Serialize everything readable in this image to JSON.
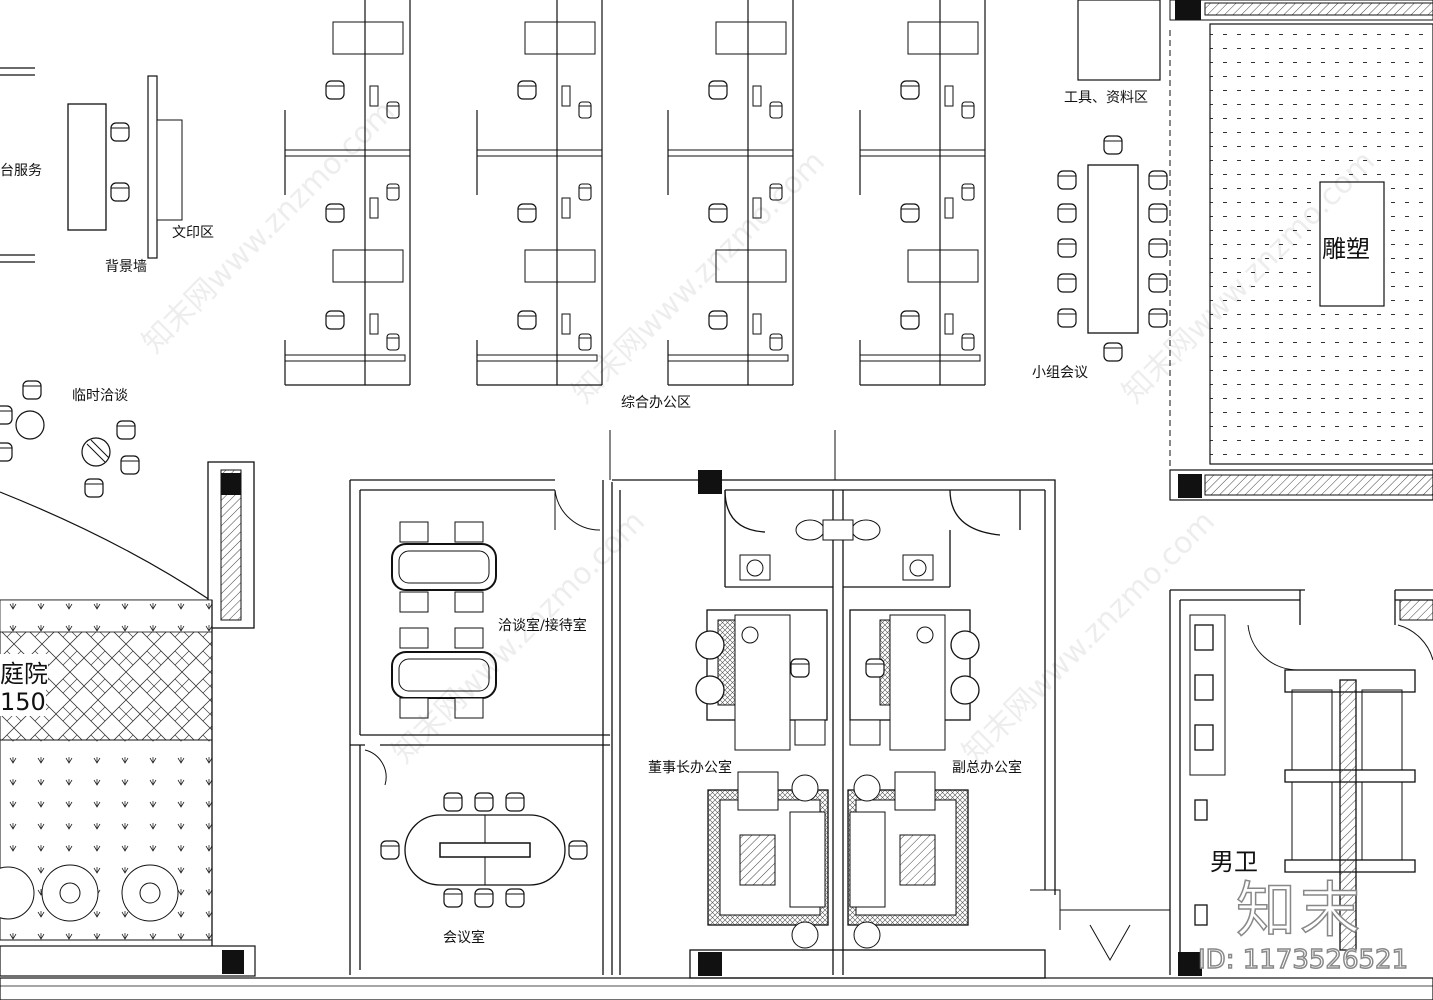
{
  "rooms": {
    "reception": "台服务",
    "print_area": "文印区",
    "back_wall": "背景墙",
    "general_office": "综合办公区",
    "tools_area": "工具、资料区",
    "group_meeting": "小组会议",
    "sculpture": "雕塑",
    "temp_talk": "临时洽谈",
    "courtyard": "庭院",
    "courtyard_dim": "150",
    "negotiation": "洽谈室/接待室",
    "chairman": "董事长办公室",
    "vice_gm": "副总办公室",
    "meeting_room": "会议室",
    "mens_wc": "男卫"
  },
  "watermark": {
    "text": "知末网www.znzmo.com",
    "logo": "知末",
    "id": "ID: 1173526521"
  },
  "colors": {
    "line": "#111111",
    "hatch": "#444444",
    "watermark": "#cccccc"
  }
}
